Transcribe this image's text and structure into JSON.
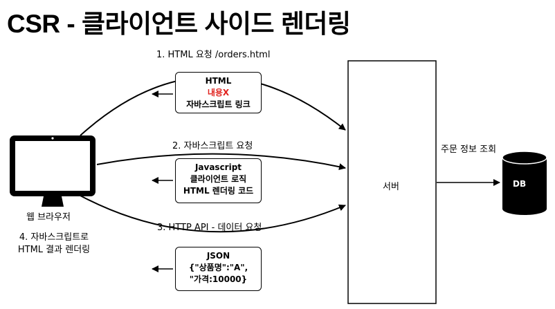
{
  "title": "CSR - 클라이언트 사이드 렌더링",
  "client": {
    "label": "웹 브라우저",
    "note_line1": "4. 자바스크립트로",
    "note_line2": "HTML 결과 렌더링"
  },
  "server": {
    "label": "서버"
  },
  "db": {
    "label": "DB",
    "arrow_label": "주문 정보 조회"
  },
  "steps": [
    {
      "label": "1. HTML 요청 /orders.html"
    },
    {
      "label": "2. 자바스크립트 요청"
    },
    {
      "label": "3. HTTP API -  데이터 요청"
    }
  ],
  "responses": [
    {
      "line1": "HTML",
      "line2": "내용X",
      "line3": "자바스크립트 링크"
    },
    {
      "line1": "Javascript",
      "line2": "클라이언트 로직",
      "line3": "HTML 렌더링 코드"
    },
    {
      "line1": "JSON",
      "line2": "{\"상품명\":\"A\",",
      "line3": "\"가격:10000}"
    }
  ],
  "colors": {
    "highlight": "#e0201c"
  }
}
